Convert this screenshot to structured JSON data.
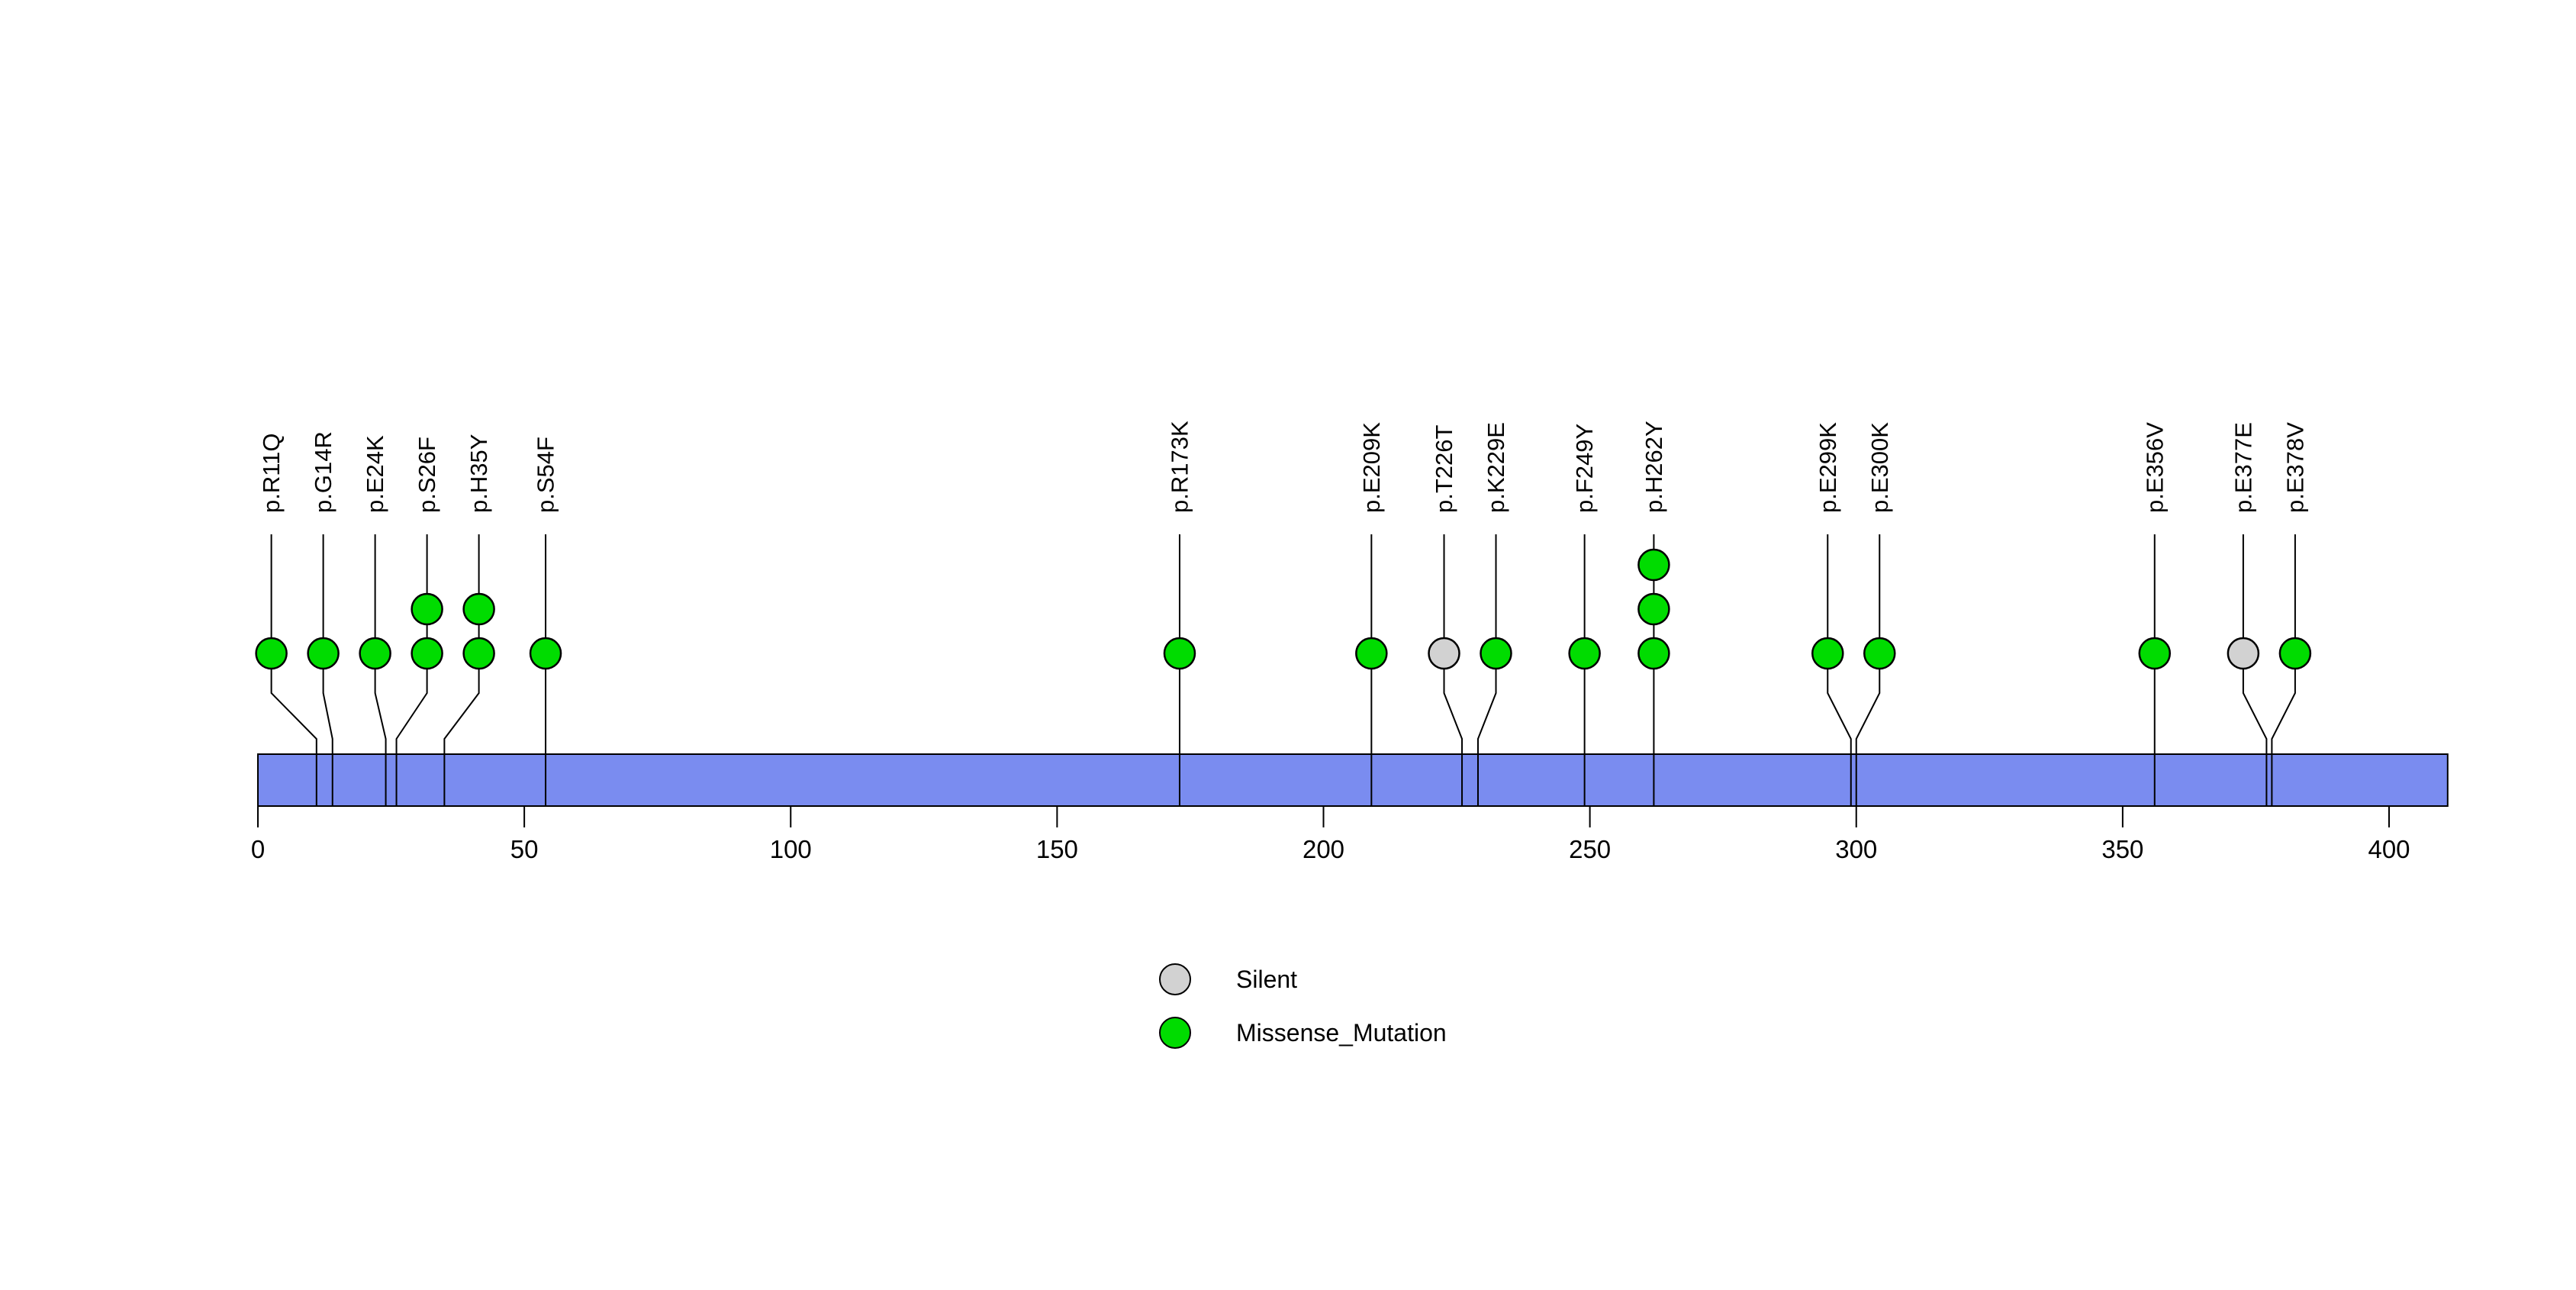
{
  "chart_data": {
    "type": "lollipop",
    "description": "Protein lollipop mutation plot",
    "protein_length": 411,
    "axis": {
      "min": 0,
      "max": 400,
      "tick_interval": 50,
      "tick_labels": [
        "0",
        "50",
        "100",
        "150",
        "200",
        "250",
        "300",
        "350",
        "400"
      ]
    },
    "mutations": [
      {
        "label": "p.R11Q",
        "position": 11,
        "count": 1,
        "type": "Missense_Mutation"
      },
      {
        "label": "p.G14R",
        "position": 14,
        "count": 1,
        "type": "Missense_Mutation"
      },
      {
        "label": "p.E24K",
        "position": 24,
        "count": 1,
        "type": "Missense_Mutation"
      },
      {
        "label": "p.S26F",
        "position": 26,
        "count": 2,
        "type": "Missense_Mutation"
      },
      {
        "label": "p.H35Y",
        "position": 35,
        "count": 2,
        "type": "Missense_Mutation"
      },
      {
        "label": "p.S54F",
        "position": 54,
        "count": 1,
        "type": "Missense_Mutation"
      },
      {
        "label": "p.R173K",
        "position": 173,
        "count": 1,
        "type": "Missense_Mutation"
      },
      {
        "label": "p.E209K",
        "position": 209,
        "count": 1,
        "type": "Missense_Mutation"
      },
      {
        "label": "p.T226T",
        "position": 226,
        "count": 1,
        "type": "Silent"
      },
      {
        "label": "p.K229E",
        "position": 229,
        "count": 1,
        "type": "Missense_Mutation"
      },
      {
        "label": "p.F249Y",
        "position": 249,
        "count": 1,
        "type": "Missense_Mutation"
      },
      {
        "label": "p.H262Y",
        "position": 262,
        "count": 3,
        "type": "Missense_Mutation"
      },
      {
        "label": "p.E299K",
        "position": 299,
        "count": 1,
        "type": "Missense_Mutation"
      },
      {
        "label": "p.E300K",
        "position": 300,
        "count": 1,
        "type": "Missense_Mutation"
      },
      {
        "label": "p.E356V",
        "position": 356,
        "count": 1,
        "type": "Missense_Mutation"
      },
      {
        "label": "p.E377E",
        "position": 377,
        "count": 1,
        "type": "Silent"
      },
      {
        "label": "p.E378V",
        "position": 378,
        "count": 1,
        "type": "Missense_Mutation"
      }
    ],
    "legend": [
      {
        "label": "Silent",
        "color": "#D2D2D2"
      },
      {
        "label": "Missense_Mutation",
        "color": "#00DC00"
      }
    ],
    "colors": {
      "Silent": "#D2D2D2",
      "Missense_Mutation": "#00DC00",
      "protein_bar": "#7A8CF0",
      "stroke": "#000000"
    },
    "legend_position": "bottom-center",
    "grid": false
  }
}
